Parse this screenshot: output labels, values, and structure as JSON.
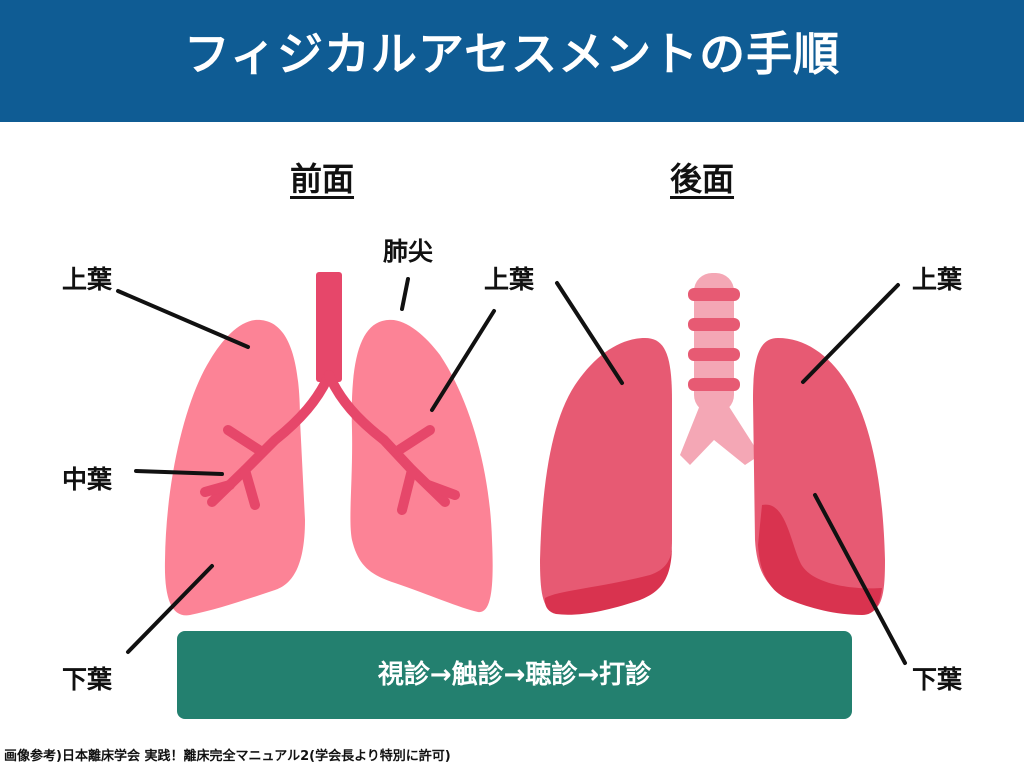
{
  "title": "フィジカルアセスメントの手順",
  "views": {
    "front": "前面",
    "back": "後面"
  },
  "labels": {
    "front_upper_left": "上葉",
    "front_middle": "中葉",
    "front_lower": "下葉",
    "apex": "肺尖",
    "front_upper_right": "上葉",
    "back_upper": "上葉",
    "back_lower": "下葉"
  },
  "procedure": "視診→触診→聴診→打診",
  "credit": "画像参考)日本離床学会 実践！離床完全マニュアル2(学会長より特別に許可)",
  "colors": {
    "header": "#0f5c94",
    "front_lung": "#fc8396",
    "front_trachea": "#e6476a",
    "back_lung": "#e75a73",
    "back_lower": "#d9334f",
    "back_trachea": "#f4a7b5",
    "banner": "#23806f"
  }
}
